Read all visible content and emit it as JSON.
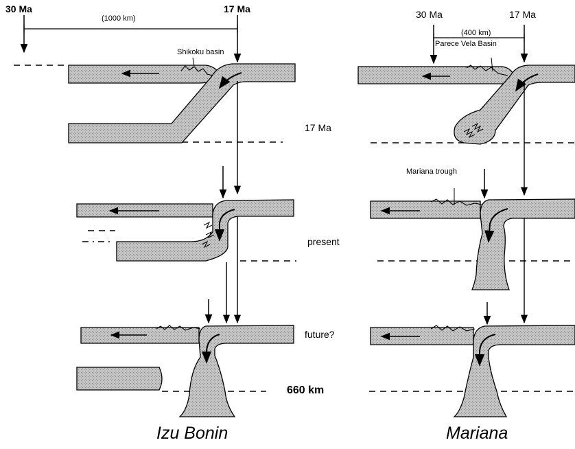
{
  "izu": {
    "age_30": "30 Ma",
    "age_17": "17 Ma",
    "distance": "(1000 km)",
    "basin": "Shikoku basin",
    "title": "Izu Bonin"
  },
  "mariana": {
    "age_30": "30 Ma",
    "age_17": "17 Ma",
    "distance": "(400 km)",
    "basin": "Parece Vela Basin",
    "trough": "Mariana trough",
    "title": "Mariana"
  },
  "stages": {
    "s17": "17 Ma",
    "present": "present",
    "future": "future?"
  },
  "depth_label": "660 km",
  "colors": {
    "slab_fill": "#b9b9b9",
    "line": "#000000",
    "background": "#ffffff"
  }
}
